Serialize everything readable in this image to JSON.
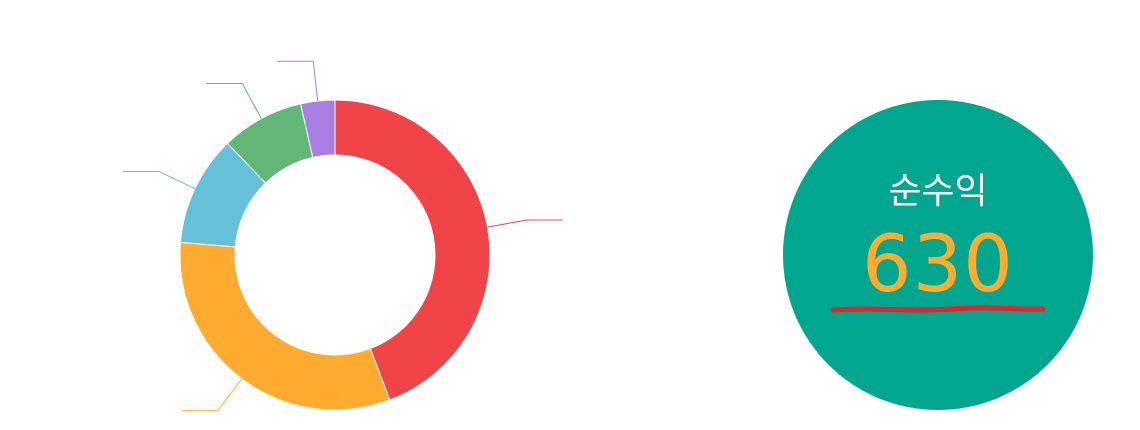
{
  "chart_data": {
    "type": "pie",
    "donut": true,
    "title": "",
    "labels_shown": false,
    "start_angle_deg": 0,
    "direction": "clockwise",
    "series": [
      {
        "name": "",
        "slices": [
          {
            "value": 43.5,
            "color": "#f04448"
          },
          {
            "value": 31.5,
            "color": "#ffab30"
          },
          {
            "value": 11.3,
            "color": "#66c0d8"
          },
          {
            "value": 8.5,
            "color": "#62b776"
          },
          {
            "value": 3.5,
            "color": "#a87fe0"
          }
        ]
      }
    ],
    "leader_lines": true
  },
  "summary": {
    "label": "순수익",
    "value": "630",
    "background_color": "#00a78e",
    "label_color": "#ffffff",
    "value_color": "#ffab30",
    "underline_color": "#e8222a"
  }
}
